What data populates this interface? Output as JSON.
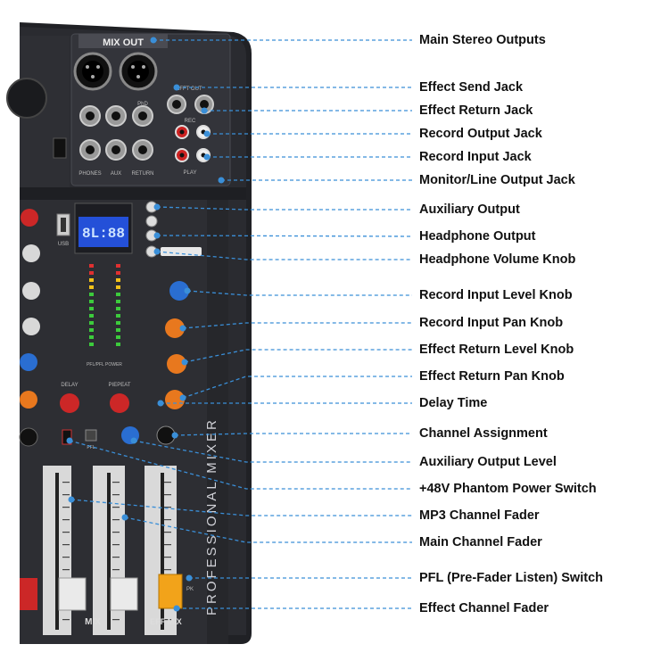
{
  "panel": {
    "mix_out": "MIX OUT",
    "efft_out": "EFFT OUT",
    "phones": "PHONES",
    "aux": "AUX",
    "return": "RETURN",
    "phd": "PhD",
    "rec": "REC",
    "play": "PLAY",
    "usb": "USB",
    "lcd": "8L:88",
    "delay": "DELAY",
    "repeat": "PIEPEAT",
    "pfl": "PFL",
    "pk": "PK",
    "mix": "MIX",
    "eff_mix": "EFF MIX",
    "pfl_power": "PFL/PFL    POWER",
    "brand": "PROFESSIONAL MIXER"
  },
  "callouts": [
    {
      "id": "main-stereo-outputs",
      "label": "Main Stereo Outputs"
    },
    {
      "id": "effect-send-jack",
      "label": "Effect Send Jack"
    },
    {
      "id": "effect-return-jack",
      "label": "Effect Return Jack"
    },
    {
      "id": "record-output-jack",
      "label": "Record Output Jack"
    },
    {
      "id": "record-input-jack",
      "label": "Record Input Jack"
    },
    {
      "id": "monitor-line-output-jack",
      "label": "Monitor/Line Output Jack"
    },
    {
      "id": "auxiliary-output",
      "label": "Auxiliary Output"
    },
    {
      "id": "headphone-output",
      "label": "Headphone Output"
    },
    {
      "id": "headphone-volume-knob",
      "label": "Headphone Volume Knob"
    },
    {
      "id": "record-input-level-knob",
      "label": "Record Input Level Knob"
    },
    {
      "id": "record-input-pan-knob",
      "label": "Record Input Pan Knob"
    },
    {
      "id": "effect-return-level-knob",
      "label": "Effect Return Level Knob"
    },
    {
      "id": "effect-return-pan-knob",
      "label": "Effect Return Pan Knob"
    },
    {
      "id": "delay-time",
      "label": "Delay Time"
    },
    {
      "id": "channel-assignment",
      "label": "Channel Assignment"
    },
    {
      "id": "auxiliary-output-level",
      "label": "Auxiliary Output Level"
    },
    {
      "id": "phantom-power-switch",
      "label": "+48V Phantom Power Switch"
    },
    {
      "id": "mp3-channel-fader",
      "label": "MP3 Channel Fader"
    },
    {
      "id": "main-channel-fader",
      "label": "Main Channel Fader"
    },
    {
      "id": "pfl-switch",
      "label": "PFL (Pre-Fader Listen) Switch"
    },
    {
      "id": "effect-channel-fader",
      "label": "Effect Channel Fader"
    }
  ],
  "colors": {
    "body": "#26272b",
    "line": "#3a8fd8",
    "knob_blue": "#2a6ed1",
    "knob_orange": "#e8781e",
    "knob_red": "#cc2727",
    "lcd": "#2450d8",
    "fader_yellow": "#f2a31a"
  }
}
